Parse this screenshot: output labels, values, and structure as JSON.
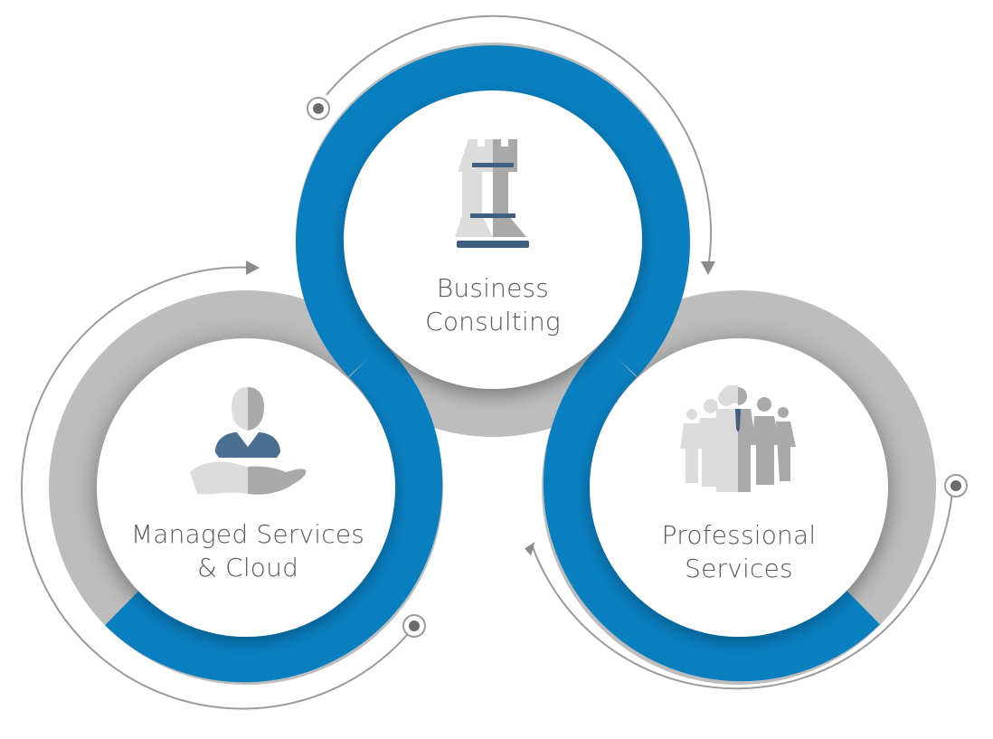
{
  "nodes": [
    {
      "id": "business-consulting",
      "line1": "Business",
      "line2": "Consulting",
      "icon": "chess-rook-icon"
    },
    {
      "id": "managed-services-cloud",
      "line1": "Managed Services",
      "line2": "& Cloud",
      "icon": "person-hand-icon"
    },
    {
      "id": "professional-services",
      "line1": "Professional",
      "line2": "Services",
      "icon": "people-group-icon"
    }
  ],
  "colors": {
    "primary_blue": "#0a7fc0",
    "ring_gray": "#b3b3b3",
    "arrow_gray": "#9a9a9a",
    "icon_gray_light": "#dcdcdc",
    "icon_gray_dark": "#a9a9a9",
    "icon_navy": "#3f5f7e",
    "label_text": "#555a5e"
  }
}
